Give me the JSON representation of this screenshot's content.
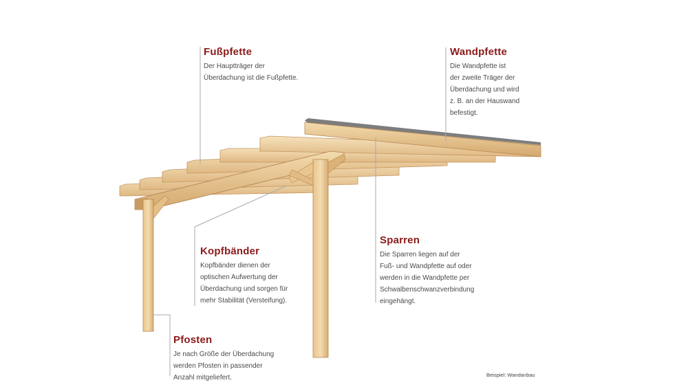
{
  "colors": {
    "title": "#8b1a1a",
    "text": "#4a4a4a",
    "leader_line": "#a8a8a8",
    "wood_light": "#f1d7a6",
    "wood_mid": "#dcb47c",
    "wood_dark": "#b88a52",
    "roof_edge": "#8a8a8a"
  },
  "callouts": [
    {
      "id": "fusspfette",
      "title": "Fußpfette",
      "desc": "Der Hauptträger der\nÜberdachung ist die Fußpfette."
    },
    {
      "id": "wandpfette",
      "title": "Wandpfette",
      "desc": "Die Wandpfette ist\nder zweite Träger der\nÜberdachung und wird\nz. B. an der Hauswand\nbefestigt."
    },
    {
      "id": "kopfbaender",
      "title": "Kopfbänder",
      "desc": "Kopfbänder dienen der\noptischen Aufwertung der\nÜberdachung und sorgen für\nmehr Stabilität (Versteifung)."
    },
    {
      "id": "sparren",
      "title": "Sparren",
      "desc": "Die Sparren liegen auf der\nFuß- und Wandpfette auf oder\nwerden in die Wandpfette per\nSchwalbenschwanzverbindung\neingehängt."
    },
    {
      "id": "pfosten",
      "title": "Pfosten",
      "desc": "Je nach Größe der Überdachung\nwerden Pfosten in passender\nAnzahl mitgeliefert."
    }
  ],
  "caption": "Beispiel: Wandanbau"
}
